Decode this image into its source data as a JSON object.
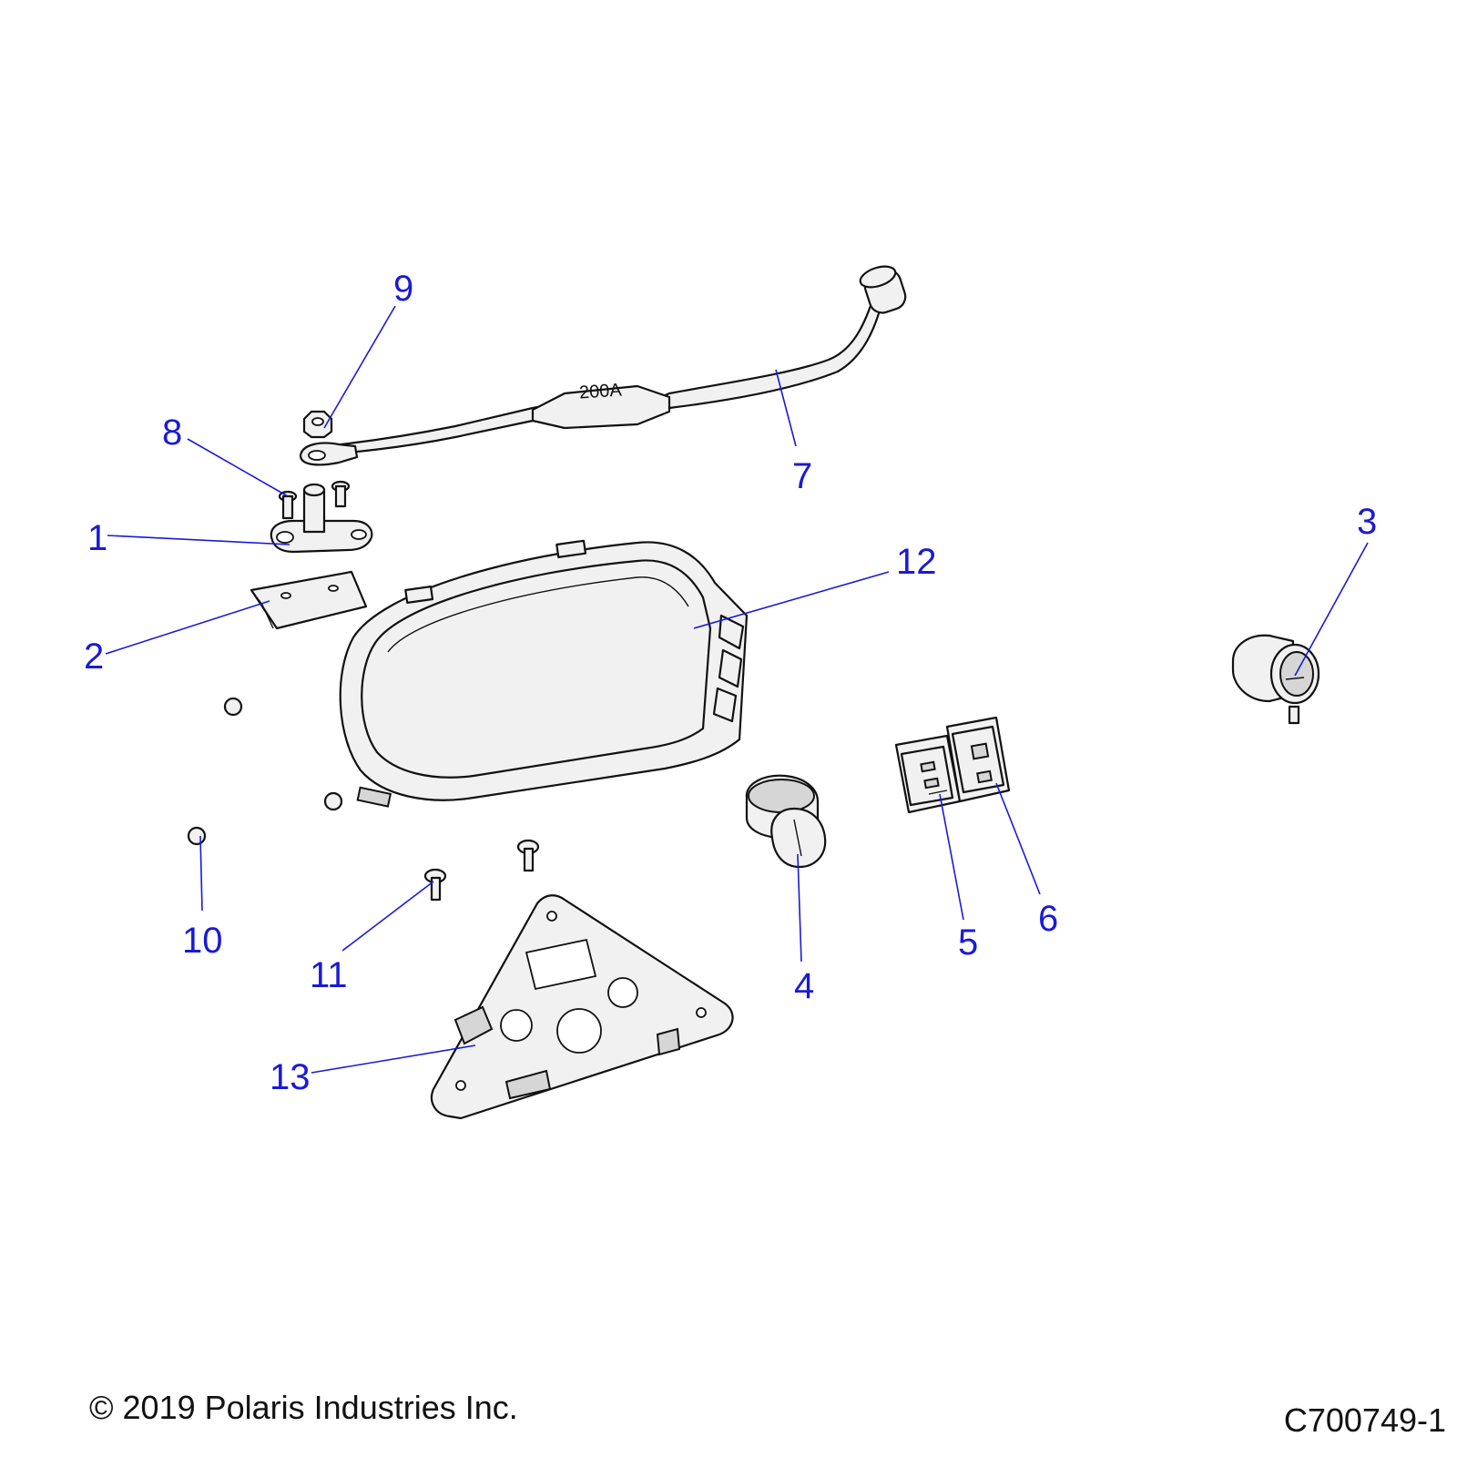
{
  "diagram": {
    "cable_marking": "200A",
    "callouts": [
      {
        "id": "1",
        "label": "1"
      },
      {
        "id": "2",
        "label": "2"
      },
      {
        "id": "3",
        "label": "3"
      },
      {
        "id": "4",
        "label": "4"
      },
      {
        "id": "5",
        "label": "5"
      },
      {
        "id": "6",
        "label": "6"
      },
      {
        "id": "7",
        "label": "7"
      },
      {
        "id": "8",
        "label": "8"
      },
      {
        "id": "9",
        "label": "9"
      },
      {
        "id": "10",
        "label": "10"
      },
      {
        "id": "11",
        "label": "11"
      },
      {
        "id": "12",
        "label": "12"
      },
      {
        "id": "13",
        "label": "13"
      }
    ],
    "colors": {
      "callout": "#1a1ad6",
      "line_art": "#111111",
      "part_fill": "#f1f1f1"
    }
  },
  "footer": {
    "copyright": "© 2019 Polaris Industries Inc.",
    "drawing_number": "C700749-1"
  }
}
